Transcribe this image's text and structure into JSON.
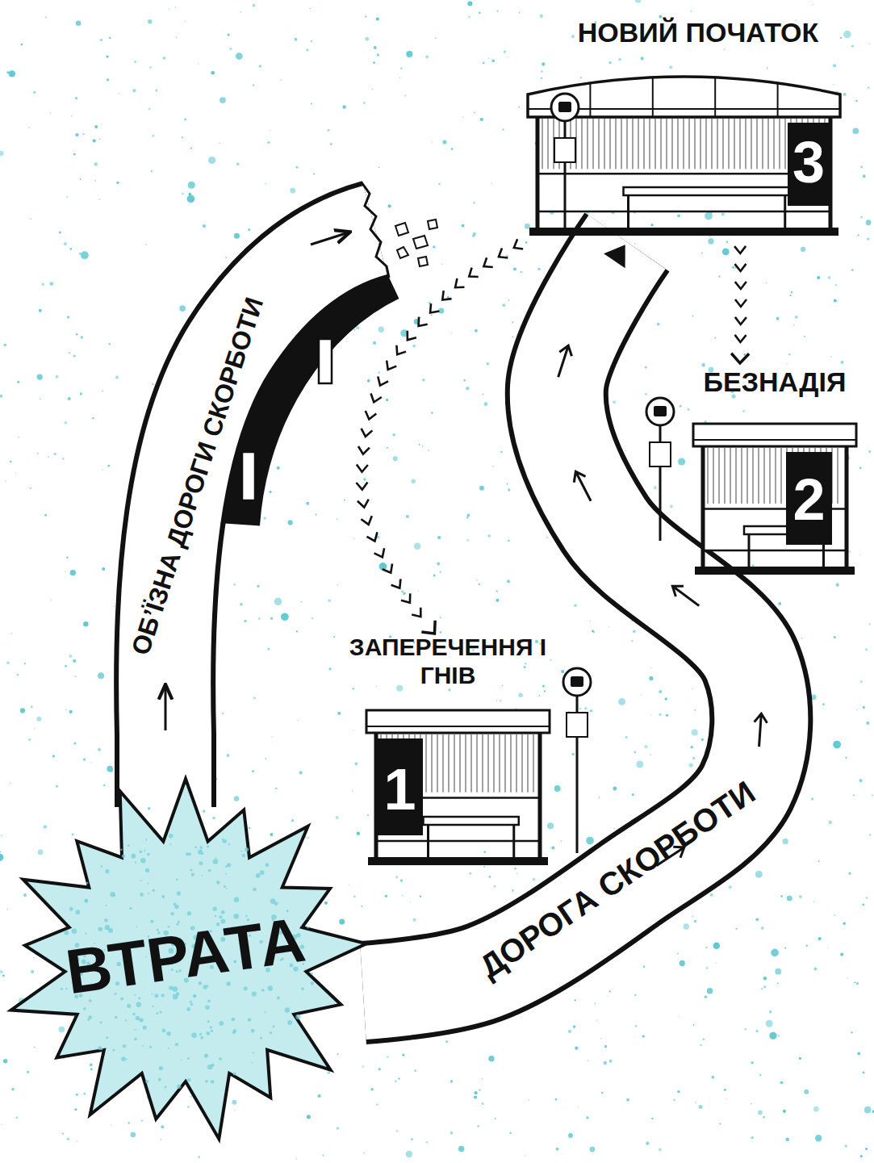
{
  "diagram": {
    "nodes": [
      {
        "text": [
          "ВТРАТА"
        ]
      },
      {
        "text": [
          "ЗАПЕРЕЧЕННЯ І ГНІВ",
          "1"
        ]
      },
      {
        "text": [
          "БЕЗНАДІЯ",
          "2"
        ]
      },
      {
        "text": [
          "НОВИЙ ПОЧАТОК",
          "3"
        ]
      }
    ],
    "edges": [
      {
        "from": 0,
        "to": 3,
        "label": "ДОРОГА СКОРБОТИ",
        "arrow": "to"
      },
      {
        "from": 3,
        "to": 1,
        "arrow": "to"
      },
      {
        "from": 3,
        "to": 2,
        "arrow": "to"
      }
    ],
    "labels": [
      "ОБ’ЇЗНА ДОРОГИ СКОРБОТИ"
    ]
  }
}
